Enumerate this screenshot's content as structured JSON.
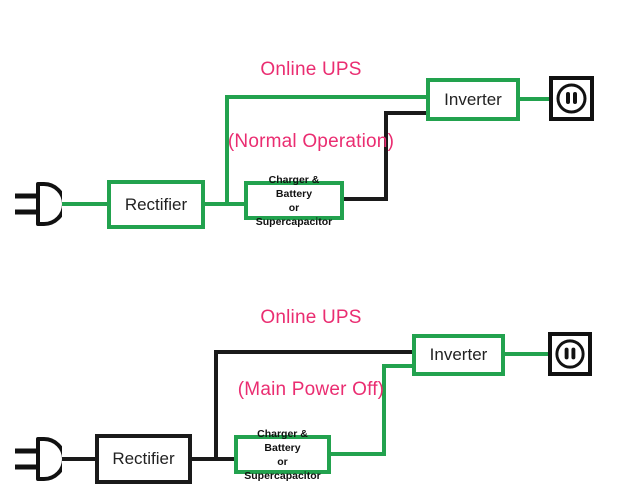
{
  "figure": {
    "type": "diagram",
    "subject": "Online UPS block diagram",
    "colors": {
      "energized_wire": "#22a24e",
      "deenergized_wire": "#1a1a1a",
      "title_text": "#ea2d71",
      "background": "#ffffff"
    }
  },
  "diagrams": [
    {
      "id": "normal-operation",
      "title_line1": "Online UPS",
      "title_line2": "(Normal Operation)",
      "nodes": {
        "plug": {
          "label": "mains-plug",
          "state": "energized"
        },
        "rectifier": {
          "label": "Rectifier",
          "border": "#22a24e",
          "state": "energized"
        },
        "charger": {
          "label": "Charger & Battery\nor Supercapacitor",
          "border": "#22a24e",
          "state": "energized"
        },
        "inverter": {
          "label": "Inverter",
          "border": "#22a24e",
          "state": "energized"
        },
        "outlet": {
          "label": "ac-outlet",
          "border": "#1a1a1a",
          "state": "energized"
        }
      },
      "wires": [
        {
          "from": "plug",
          "to": "rectifier",
          "color": "#22a24e"
        },
        {
          "from": "rectifier",
          "to": "charger",
          "color": "#22a24e"
        },
        {
          "from": "rectifier-junction",
          "to": "inverter",
          "color": "#22a24e"
        },
        {
          "from": "charger",
          "to": "inverter",
          "color": "#1a1a1a"
        },
        {
          "from": "inverter",
          "to": "outlet",
          "color": "#22a24e"
        }
      ]
    },
    {
      "id": "main-power-off",
      "title_line1": "Online UPS",
      "title_line2": "(Main Power Off)",
      "nodes": {
        "plug": {
          "label": "mains-plug",
          "state": "deenergized"
        },
        "rectifier": {
          "label": "Rectifier",
          "border": "#1a1a1a",
          "state": "deenergized"
        },
        "charger": {
          "label": "Charger & Battery\nor Supercapacitor",
          "border": "#22a24e",
          "state": "energized"
        },
        "inverter": {
          "label": "Inverter",
          "border": "#22a24e",
          "state": "energized"
        },
        "outlet": {
          "label": "ac-outlet",
          "border": "#1a1a1a",
          "state": "energized"
        }
      },
      "wires": [
        {
          "from": "plug",
          "to": "rectifier",
          "color": "#1a1a1a"
        },
        {
          "from": "rectifier",
          "to": "charger",
          "color": "#1a1a1a"
        },
        {
          "from": "rectifier-junction",
          "to": "inverter",
          "color": "#1a1a1a"
        },
        {
          "from": "charger",
          "to": "inverter",
          "color": "#22a24e"
        },
        {
          "from": "inverter",
          "to": "outlet",
          "color": "#22a24e"
        }
      ]
    }
  ]
}
